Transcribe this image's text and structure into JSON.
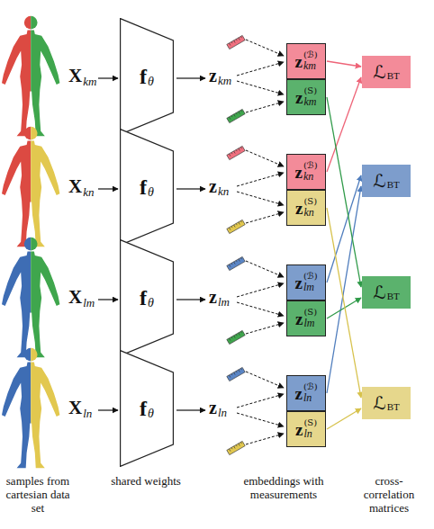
{
  "diagram": {
    "nodes": [
      {
        "text": [
          "f",
          "θ"
        ]
      },
      {
        "text": [
          "z",
          "(ℬ)",
          "km"
        ]
      },
      {
        "text": [
          "z",
          "(S)",
          "km"
        ]
      },
      {
        "text": [
          "ℒ",
          "BT"
        ]
      },
      {
        "text": [
          "f",
          "θ"
        ]
      },
      {
        "text": [
          "z",
          "(ℬ)",
          "kn"
        ]
      },
      {
        "text": [
          "z",
          "(S)",
          "kn"
        ]
      },
      {
        "text": [
          "ℒ",
          "BT"
        ]
      },
      {
        "text": [
          "f",
          "θ"
        ]
      },
      {
        "text": [
          "z",
          "(ℬ)",
          "lm"
        ]
      },
      {
        "text": [
          "z",
          "(S)",
          "lm"
        ]
      },
      {
        "text": [
          "ℒ",
          "BT"
        ]
      },
      {
        "text": [
          "f",
          "θ"
        ]
      },
      {
        "text": [
          "z",
          "(ℬ)",
          "ln"
        ]
      },
      {
        "text": [
          "z",
          "(S)",
          "ln"
        ]
      },
      {
        "text": [
          "ℒ",
          "BT"
        ]
      }
    ],
    "edges": [
      {
        "from": 1,
        "to": 3,
        "arrow": "to"
      },
      {
        "from": 5,
        "to": 3,
        "arrow": "to"
      },
      {
        "from": 9,
        "to": 7,
        "arrow": "to"
      },
      {
        "from": 13,
        "to": 7,
        "arrow": "to"
      },
      {
        "from": 2,
        "to": 11,
        "arrow": "to"
      },
      {
        "from": 10,
        "to": 11,
        "arrow": "to"
      },
      {
        "from": 6,
        "to": 15,
        "arrow": "to"
      },
      {
        "from": 14,
        "to": 15,
        "arrow": "to"
      }
    ],
    "labels": [
      "X",
      "km",
      "z",
      "km",
      "X",
      "kn",
      "z",
      "kn",
      "X",
      "lm",
      "z",
      "lm",
      "X",
      "ln",
      "z",
      "ln",
      "samples from cartesian data set",
      "shared weights",
      "embeddings with measurements",
      "cross-correlation matrices"
    ]
  }
}
